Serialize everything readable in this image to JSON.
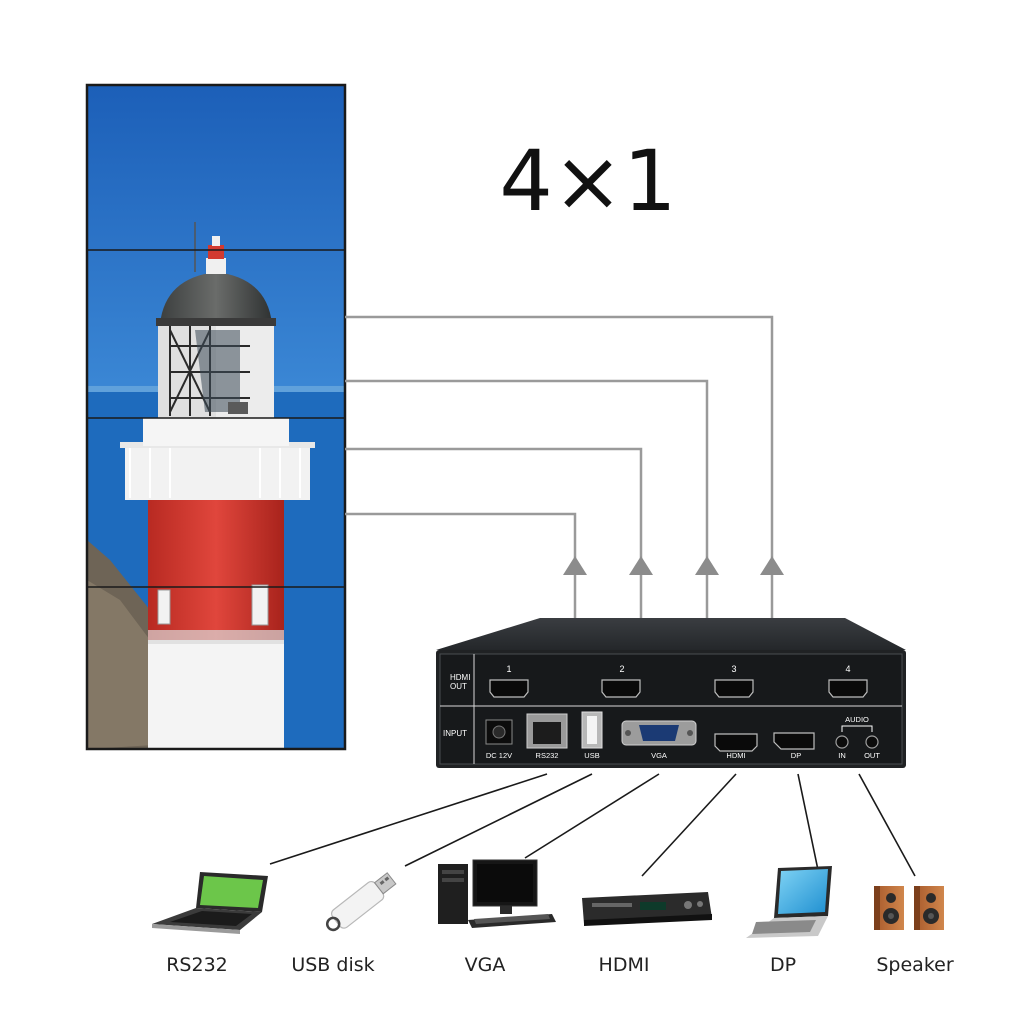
{
  "title": "4×1",
  "controller": {
    "output_section": "HDMI OUT",
    "input_section": "INPUT",
    "outputs": [
      "1",
      "2",
      "3",
      "4"
    ],
    "ports": {
      "dc": "DC 12V",
      "rs232": "RS232",
      "usb": "USB",
      "vga": "VGA",
      "hdmi": "HDMI",
      "dp": "DP",
      "audio": "AUDIO",
      "audio_in": "IN",
      "audio_out": "OUT"
    }
  },
  "devices": [
    "RS232",
    "USB disk",
    "VGA",
    "HDMI",
    "DP",
    "Speaker"
  ],
  "colors": {
    "connector_line": "#9a9a9a",
    "device_line": "#1a1a1a",
    "box_body": "#202224",
    "box_panel": "#17191b",
    "panel_text": "#ffffff"
  },
  "icons": [
    "laptop-icon",
    "usb-disk-icon",
    "desktop-pc-icon",
    "dvd-player-icon",
    "laptop-icon",
    "speaker-icon"
  ]
}
